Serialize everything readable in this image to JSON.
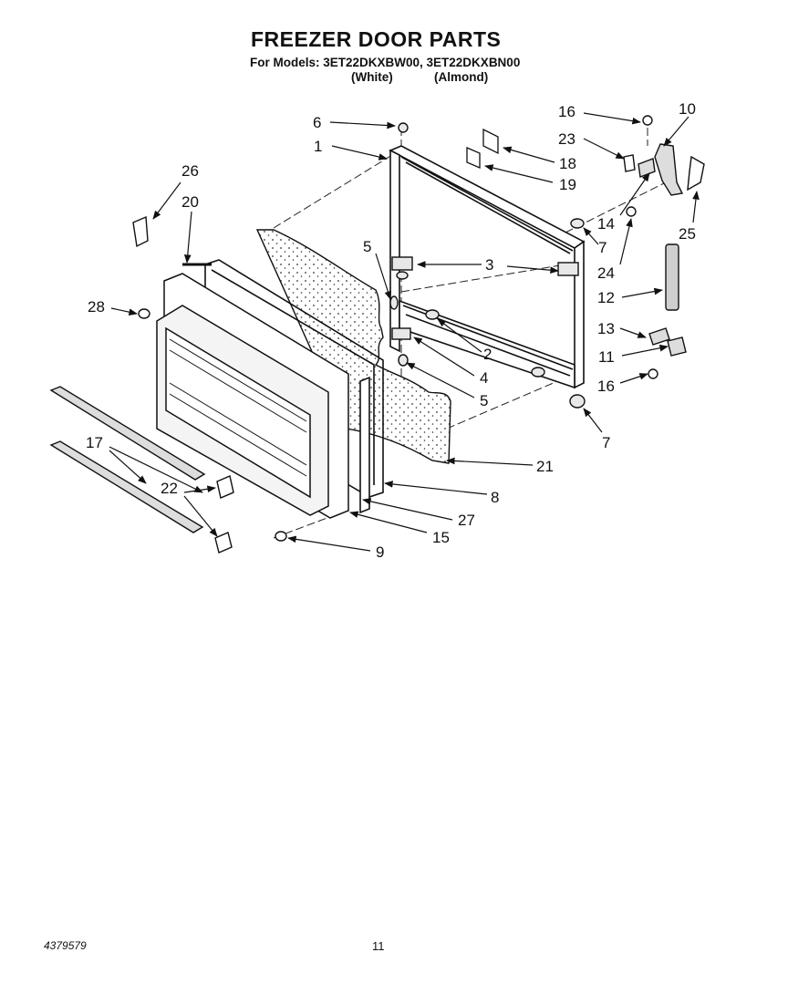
{
  "header": {
    "title": "FREEZER DOOR PARTS",
    "models": "For Models: 3ET22DKXBW00, 3ET22DKXBN00",
    "color_white": "(White)",
    "color_almond": "(Almond)"
  },
  "callouts": [
    "6",
    "1",
    "18",
    "19",
    "16",
    "23",
    "10",
    "26",
    "20",
    "5",
    "3",
    "14",
    "7",
    "25",
    "24",
    "28",
    "12",
    "2",
    "13",
    "4",
    "11",
    "5",
    "16",
    "7",
    "21",
    "17",
    "8",
    "22",
    "27",
    "15",
    "9"
  ],
  "footer": {
    "doc_number": "4379579",
    "page_number": "11"
  }
}
